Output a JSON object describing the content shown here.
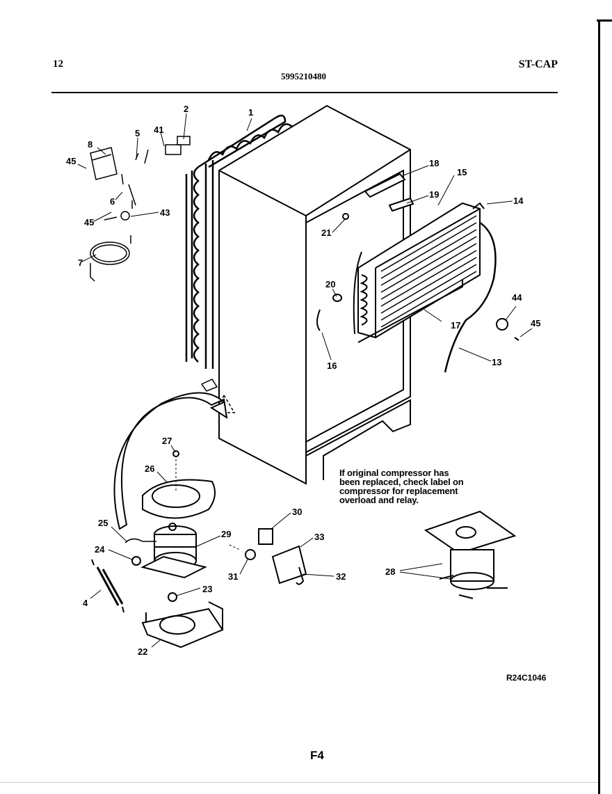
{
  "header": {
    "page_number": "12",
    "part_number": "5995210480",
    "model_code": "ST-CAP"
  },
  "callouts": [
    "1",
    "2",
    "4",
    "5",
    "6",
    "7",
    "8",
    "13",
    "14",
    "15",
    "16",
    "17",
    "18",
    "19",
    "20",
    "21",
    "22",
    "23",
    "24",
    "25",
    "26",
    "27",
    "28",
    "29",
    "30",
    "31",
    "32",
    "33",
    "41",
    "43",
    "44",
    "45",
    "45",
    "45"
  ],
  "note": "If original compressor has\nbeen replaced, check label on\ncompressor for replacement\noverload and relay.",
  "drawing_code": "R24C1046",
  "figure_label": "F4"
}
